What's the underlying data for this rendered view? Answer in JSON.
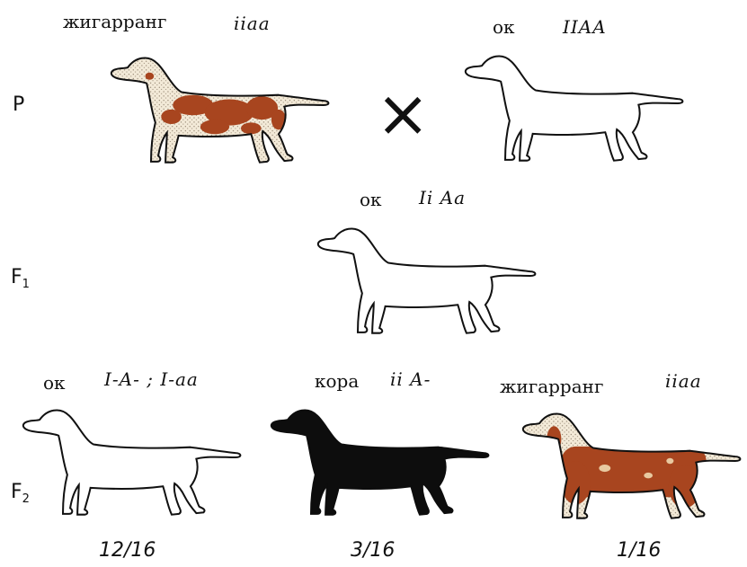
{
  "generations": {
    "p": "P",
    "f1_letter": "F",
    "f1_sub": "1",
    "f2_letter": "F",
    "f2_sub": "2"
  },
  "cross_symbol": "×",
  "parents": {
    "left": {
      "phenotype": "жигарранг",
      "genotype": "iiaa",
      "color": "spotted-brown"
    },
    "right": {
      "phenotype": "ок",
      "genotype": "IIAA",
      "color": "white"
    }
  },
  "f1": {
    "phenotype": "ок",
    "genotype": "Ii Aa",
    "color": "white"
  },
  "f2": [
    {
      "phenotype": "ок",
      "genotype": "I-A- ; I-aa",
      "ratio": "12/16",
      "color": "white"
    },
    {
      "phenotype": "кора",
      "genotype": "ii A-",
      "ratio": "3/16",
      "color": "black"
    },
    {
      "phenotype": "жигарранг",
      "genotype": "iiaa",
      "ratio": "1/16",
      "color": "spotted-brown"
    }
  ],
  "colors": {
    "outline": "#111111",
    "black_coat": "#0d0d0d",
    "brown_spots": "#a8451f",
    "speckle_bg": "#f3ead8"
  }
}
